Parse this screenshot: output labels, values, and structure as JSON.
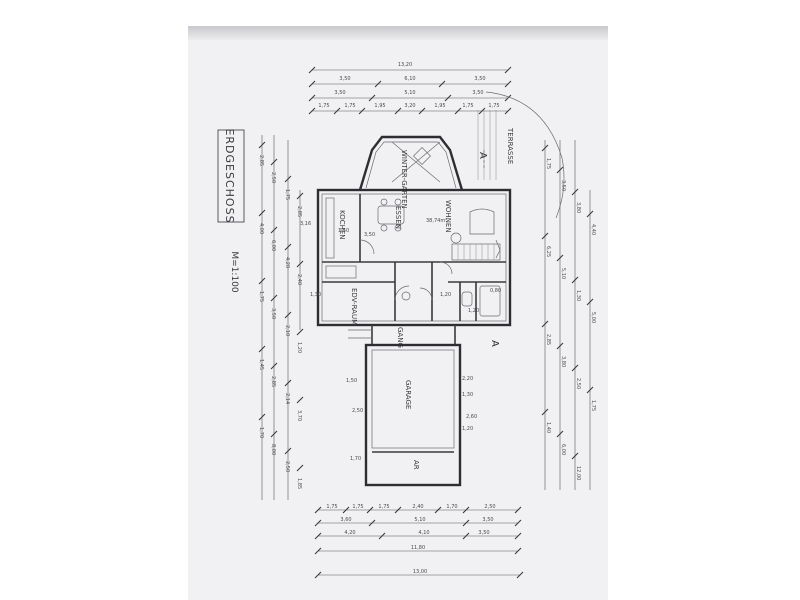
{
  "drawing": {
    "title": "ERDGESCHOSS",
    "scale": "M=1:100",
    "section_marker": "A"
  },
  "rooms": [
    {
      "id": "wintergarten",
      "label": "WINTER-GARTEN"
    },
    {
      "id": "essen",
      "label": "ESSEN"
    },
    {
      "id": "wohnen",
      "label": "WOHNEN"
    },
    {
      "id": "wohnen_area",
      "label": "38,74m²"
    },
    {
      "id": "kochen",
      "label": "KOCHEN"
    },
    {
      "id": "edv",
      "label": "EDV-RAUM"
    },
    {
      "id": "gang",
      "label": "GANG"
    },
    {
      "id": "garage",
      "label": "GARAGE"
    },
    {
      "id": "ar",
      "label": "AR"
    },
    {
      "id": "terrasse",
      "label": "TERRASSE"
    }
  ],
  "dimensions": {
    "top_rows": [
      [
        "13,20"
      ],
      [
        "3,50",
        "6,10",
        "3,50"
      ],
      [
        "3,50",
        "5,10",
        "3,50"
      ],
      [
        "1,75",
        "1,75",
        "1,95",
        "3,20",
        "1,95",
        "1,75",
        "1,75"
      ]
    ],
    "bottom_rows": [
      [
        "1,75",
        "1,75",
        "1,75",
        "2,40",
        "1,70",
        "2,50"
      ],
      [
        "3,60",
        "5,10",
        "3,50"
      ],
      [
        "4,20",
        "4,10",
        "3,50"
      ],
      [
        "11,80"
      ],
      [
        "13,00"
      ]
    ],
    "left_values": [
      "2,85",
      "2,50",
      "1,75",
      "2,85",
      "4,00",
      "6,00",
      "4,20",
      "2,40",
      "1,75",
      "3,50",
      "2,10",
      "1,20",
      "1,45",
      "2,85",
      "2,14",
      "3,70",
      "1,70",
      "8,00",
      "2,50",
      "1,85"
    ],
    "right_values": [
      "1,75",
      "3,50",
      "3,80",
      "4,40",
      "6,25",
      "5,10",
      "1,30",
      "5,00",
      "2,85",
      "3,80",
      "2,50",
      "1,75",
      "1,40",
      "6,00",
      "12,00"
    ],
    "room_notes": [
      "3,16",
      "1,50",
      "3,50",
      "1,20",
      "2,20",
      "1,30",
      "1,20",
      "1,50",
      "2,50",
      "2,60",
      "1,70",
      "1,20",
      "0,80",
      "1,30"
    ]
  }
}
